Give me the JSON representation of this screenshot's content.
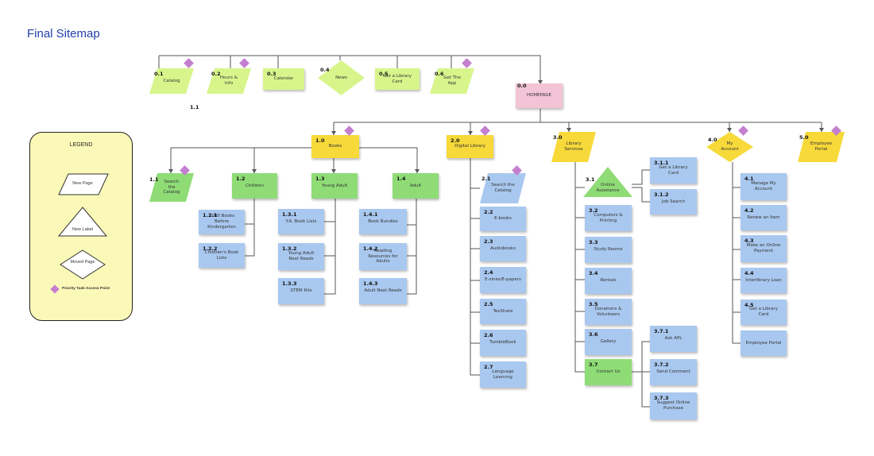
{
  "page": {
    "title": "Final Sitemap",
    "extra_label": "1.1"
  },
  "colors": {
    "yellow": "#f7d93a",
    "green": "#8fdc76",
    "lime": "#d8f58c",
    "blue": "#a9c8ef",
    "pink": "#f3c3d6",
    "priority": "#c47fcf",
    "legend_bg": "#fbf9b8"
  },
  "legend": {
    "title": "LEGEND",
    "items": [
      {
        "shape": "parallelogram",
        "label": "New Page"
      },
      {
        "shape": "triangle",
        "label": "New Label"
      },
      {
        "shape": "diamond",
        "label": "Moved Page"
      },
      {
        "shape": "priority-marker",
        "label": "Priority Task Access Point"
      }
    ]
  },
  "nodes": {
    "n0_1": {
      "num": "0.1",
      "label": "Catalog"
    },
    "n0_2": {
      "num": "0.2",
      "label": "Hours & Info"
    },
    "n0_3": {
      "num": "0.3",
      "label": "Calendar"
    },
    "n0_4": {
      "num": "0.4",
      "label": "News"
    },
    "n0_5": {
      "num": "0.5",
      "label": "Get a Library Card"
    },
    "n0_6": {
      "num": "0.6",
      "label": "Get The App"
    },
    "n0_0": {
      "num": "0.0",
      "label": "HOMEPAGE"
    },
    "n1_0": {
      "num": "1.0",
      "label": "Books"
    },
    "n1_1": {
      "num": "1.1",
      "label": "Search the Catalog"
    },
    "n1_2": {
      "num": "1.2",
      "label": "Children"
    },
    "n1_3": {
      "num": "1.3",
      "label": "Young Adult"
    },
    "n1_4": {
      "num": "1.4",
      "label": "Adult"
    },
    "n1_2_1": {
      "num": "1.2.1",
      "label": "1000 Books Before Kindergarten"
    },
    "n1_2_2": {
      "num": "1.2.2",
      "label": "Children's Book Lists"
    },
    "n1_3_1": {
      "num": "1.3.1",
      "label": "Y.A. Book Lists"
    },
    "n1_3_2": {
      "num": "1.3.2",
      "label": "Young Adult Next Reads"
    },
    "n1_3_3": {
      "num": "1.3.3",
      "label": "STEM Kits"
    },
    "n1_4_1": {
      "num": "1.4.1",
      "label": "Book Bundles"
    },
    "n1_4_2": {
      "num": "1.4.2",
      "label": "Reading Resources for Adults"
    },
    "n1_4_3": {
      "num": "1.4.3",
      "label": "Adult Next Reads"
    },
    "n2_0": {
      "num": "2.0",
      "label": "Digital Library"
    },
    "n2_1": {
      "num": "2.1",
      "label": "Search the Catalog"
    },
    "n2_2": {
      "num": "2.2",
      "label": "E-books"
    },
    "n2_3": {
      "num": "2.3",
      "label": "Audiobooks"
    },
    "n2_4": {
      "num": "2.4",
      "label": "E-zines/E-papers"
    },
    "n2_5": {
      "num": "2.5",
      "label": "TexShare"
    },
    "n2_6": {
      "num": "2.6",
      "label": "TumbleBook"
    },
    "n2_7": {
      "num": "2.7",
      "label": "Language Learning"
    },
    "n3_0": {
      "num": "3.0",
      "label": "Library Services"
    },
    "n3_1": {
      "num": "3.1",
      "label": "Online Assistance"
    },
    "n3_1_1": {
      "num": "3.1.1",
      "label": "Get a Library Card"
    },
    "n3_1_2": {
      "num": "3.1.2",
      "label": "Job Search"
    },
    "n3_2": {
      "num": "3.2",
      "label": "Computers & Printing"
    },
    "n3_3": {
      "num": "3.3",
      "label": "Study Rooms"
    },
    "n3_4": {
      "num": "3.4",
      "label": "Rentals"
    },
    "n3_5": {
      "num": "3.5",
      "label": "Donations & Volunteers"
    },
    "n3_6": {
      "num": "3.6",
      "label": "Gallery"
    },
    "n3_7": {
      "num": "3.7",
      "label": "Contact Us"
    },
    "n3_7_1": {
      "num": "3.7.1",
      "label": "Ask APL"
    },
    "n3_7_2": {
      "num": "3.7.2",
      "label": "Send Comment"
    },
    "n3_7_3": {
      "num": "3.7.3",
      "label": "Suggest Online Purchase"
    },
    "n4_0": {
      "num": "4.0",
      "label": "My Account"
    },
    "n4_1": {
      "num": "4.1",
      "label": "Manage My Account"
    },
    "n4_2": {
      "num": "4.2",
      "label": "Renew an Item"
    },
    "n4_3": {
      "num": "4.3",
      "label": "Make an Online Payment"
    },
    "n4_4": {
      "num": "4.4",
      "label": "Interlibrary Loan"
    },
    "n4_5": {
      "num": "4.5",
      "label": "Get a Library Card"
    },
    "n4_6": {
      "num": "",
      "label": "Employee Portal"
    },
    "n5_0": {
      "num": "5.0",
      "label": "Employee Portal"
    }
  }
}
